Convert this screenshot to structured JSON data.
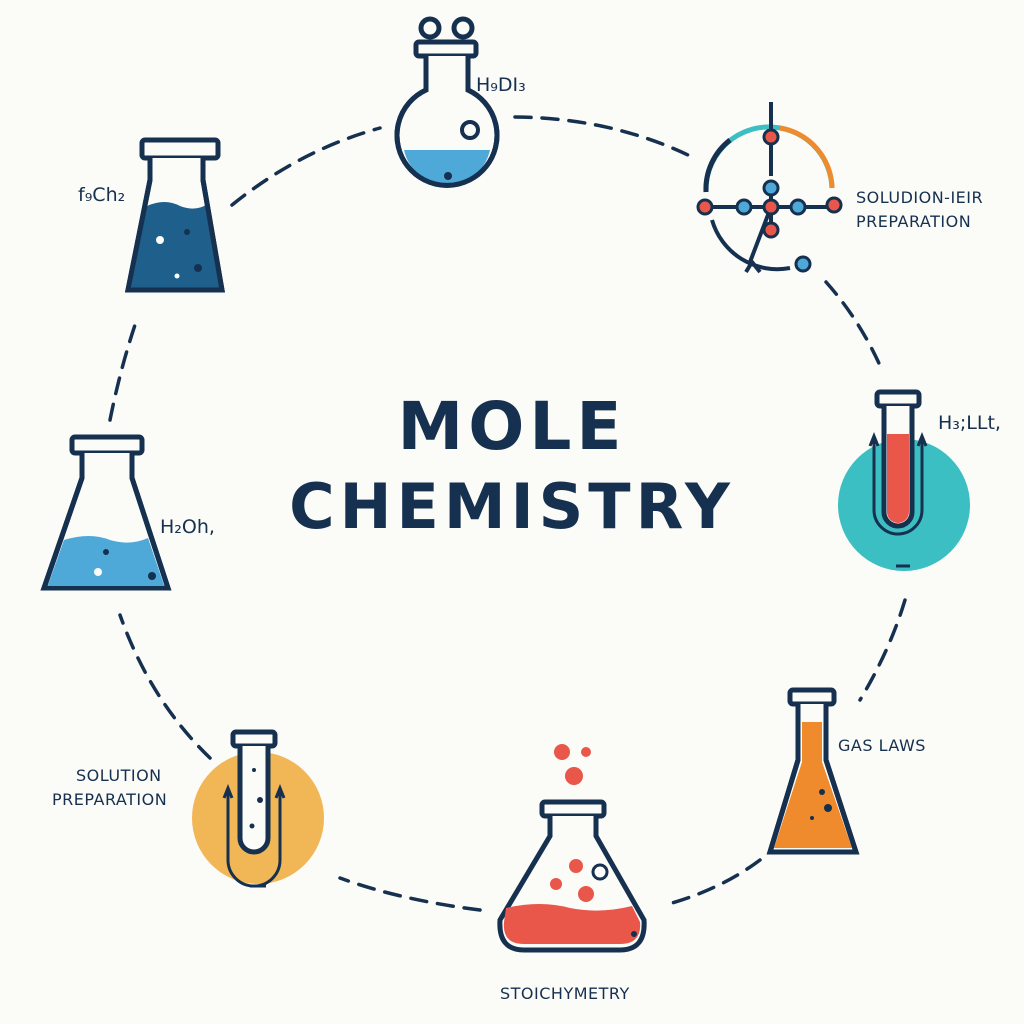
{
  "title": {
    "line1": "MOLE",
    "line2": "CHEMISTRY"
  },
  "labels": {
    "top_flask": "H₉DI₃",
    "upper_left_flask": "f₉Ch₂",
    "left_flask": "H₂Oh,",
    "right_tube": "H₃;LLt,",
    "molecule_line1": "SOLUDION-IEIR",
    "molecule_line2": "PREPARATION",
    "gas_laws": "GAS LAWS",
    "stoich": "STOICHYMETRY",
    "solution_line1": "SOLUTION",
    "solution_line2": "PREPARATION"
  },
  "colors": {
    "navy": "#16304f",
    "light_blue": "#4ea9d9",
    "dark_blue": "#1f5f8b",
    "teal": "#3bbfc2",
    "red": "#e8574a",
    "orange": "#ef8b2c",
    "yellow": "#f1b655",
    "background": "#fbfbf8"
  },
  "icons": [
    "round-flask-icon",
    "beaker-flask-icon",
    "molecule-icon",
    "test-tube-icon",
    "erlenmeyer-flask-icon",
    "orange-flask-icon",
    "bubbling-flask-icon",
    "u-tube-icon"
  ]
}
